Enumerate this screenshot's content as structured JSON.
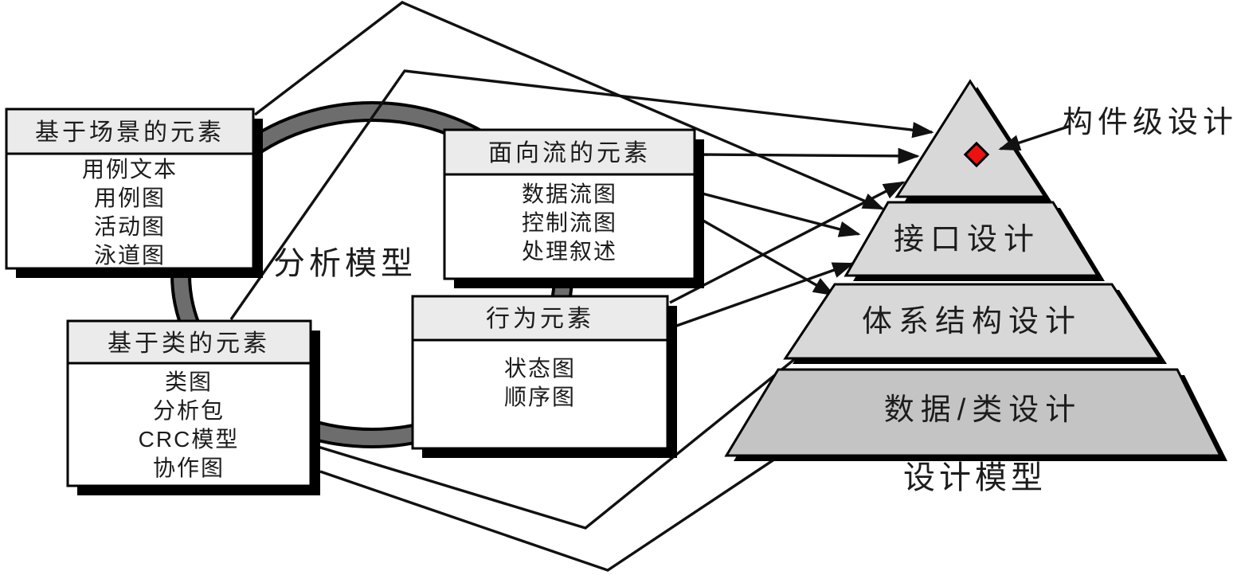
{
  "diagram": {
    "analysis_model_label": "分析模型",
    "design_model_label": "设计模型",
    "component_level_label": "构件级设计",
    "boxes": [
      {
        "id": "scenario",
        "title": "基于场景的元素",
        "items": [
          "用例文本",
          "用例图",
          "活动图",
          "泳道图"
        ]
      },
      {
        "id": "flow",
        "title": "面向流的元素",
        "items": [
          "数据流图",
          "控制流图",
          "处理叙述"
        ]
      },
      {
        "id": "behavior",
        "title": "行为元素",
        "items": [
          "状态图",
          "顺序图"
        ]
      },
      {
        "id": "class",
        "title": "基于类的元素",
        "items": [
          "类图",
          "分析包",
          "CRC模型",
          "协作图"
        ]
      }
    ],
    "pyramid": {
      "layers": [
        {
          "id": "component",
          "label": ""
        },
        {
          "id": "interface",
          "label": "接口设计"
        },
        {
          "id": "architecture",
          "label": "体系结构设计"
        },
        {
          "id": "data_class",
          "label": "数据/类设计"
        }
      ]
    },
    "connections": [
      {
        "from": "基于类的元素",
        "to": "构件级设计"
      },
      {
        "from": "基于场景的元素",
        "to": "接口设计"
      },
      {
        "from": "面向流的元素",
        "to": "构件级设计"
      },
      {
        "from": "面向流的元素",
        "to": "接口设计"
      },
      {
        "from": "面向流的元素",
        "to": "体系结构设计"
      },
      {
        "from": "行为元素",
        "to": "构件级设计"
      },
      {
        "from": "行为元素",
        "to": "接口设计"
      },
      {
        "from": "基于类的元素",
        "to": "体系结构设计"
      },
      {
        "from": "基于类的元素",
        "to": "数据/类设计"
      }
    ],
    "colors": {
      "background": "#ffffff",
      "box_header": "#ebebeb",
      "box_body": "#ffffff",
      "ring_gray": "#6d6d6d",
      "pyramid_light_gray": "#d8d8d8",
      "pyramid_dark_gray": "#c4c4c4",
      "line_black": "#111111",
      "component_marker_red": "#ee1111"
    }
  }
}
